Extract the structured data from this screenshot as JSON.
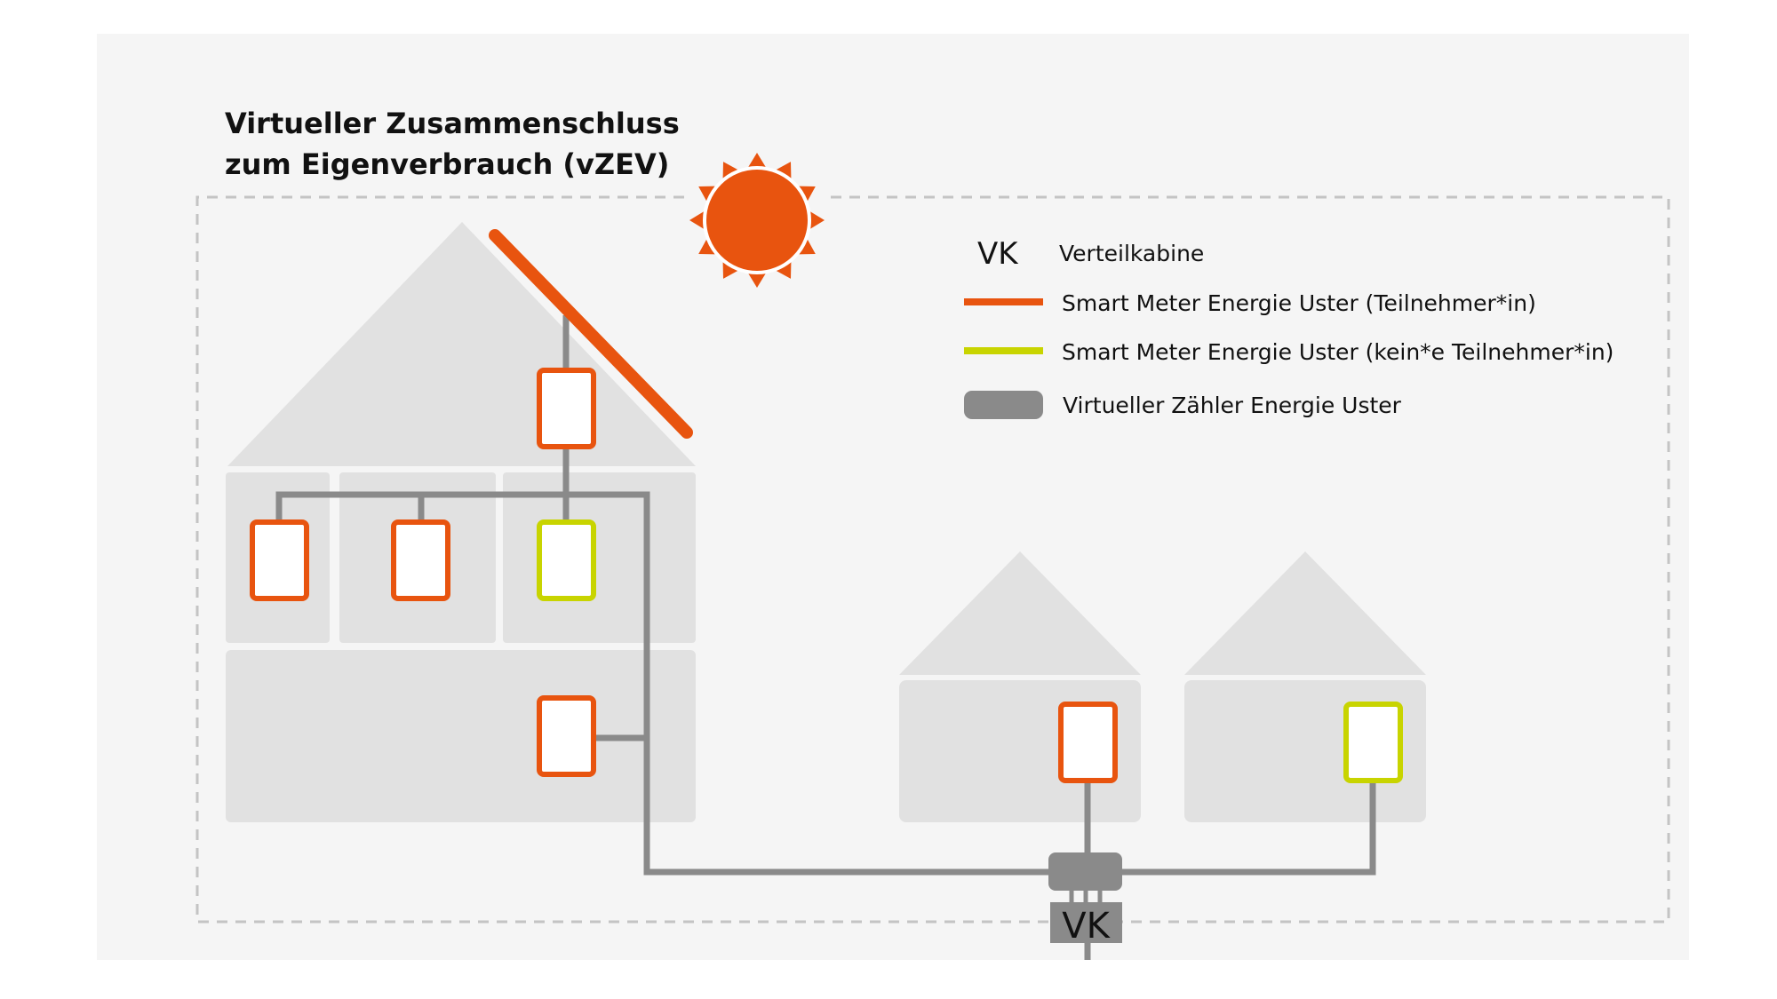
{
  "title": {
    "line1": "Virtueller Zusammenschluss",
    "line2": "zum Eigenverbrauch (vZEV)"
  },
  "legend": {
    "items": [
      {
        "symbol": "VK",
        "label": "Verteilkabine",
        "type": "text"
      },
      {
        "label": "Smart Meter Energie Uster (Teilnehmer*in)",
        "type": "orange-line",
        "color": "#E8540F"
      },
      {
        "label": "Smart Meter Energie Uster (kein*e Teilnehmer*in)",
        "type": "green-line",
        "color": "#C8D400"
      },
      {
        "label": "Virtueller Zähler Energie Uster",
        "type": "gray-pill",
        "color": "#8A8A8A"
      }
    ]
  },
  "distribution_cabinet": {
    "label": "VK"
  },
  "colors": {
    "participant": "#E8540F",
    "non_participant": "#C8D400",
    "virtual_meter": "#8A8A8A",
    "sun": "#E8540F",
    "house": "#E1E1E1",
    "background": "#F5F5F5"
  },
  "buildings": [
    {
      "name": "apartment-building",
      "solar_panel": true,
      "meters": [
        "participant",
        "participant",
        "participant",
        "non-participant",
        "participant"
      ]
    },
    {
      "name": "house-2",
      "meters": [
        "participant"
      ]
    },
    {
      "name": "house-3",
      "meters": [
        "non-participant"
      ]
    }
  ]
}
